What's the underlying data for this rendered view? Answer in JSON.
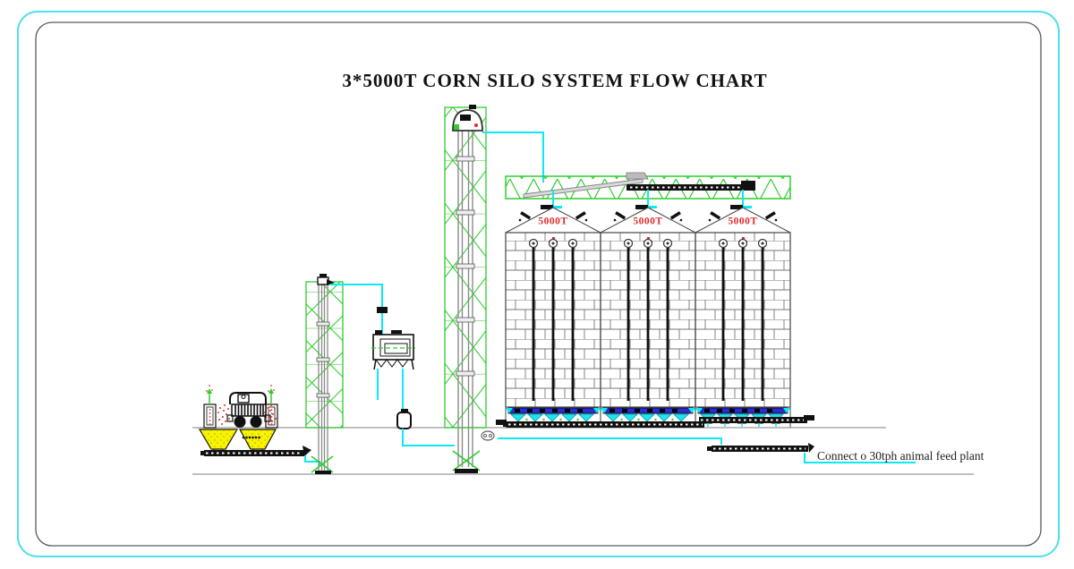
{
  "title": "3*5000T CORN SILO SYSTEM FLOW CHART",
  "silos": [
    {
      "label": "5000T"
    },
    {
      "label": "5000T"
    },
    {
      "label": "5000T"
    }
  ],
  "annotations": {
    "feed_plant": "Connect o 30tph animal feed plant"
  },
  "colors": {
    "outer_border_cyan": "#4fe0ec",
    "inner_border_gray": "#5a5a5a",
    "pipe_cyan": "#0be9f2",
    "lattice_green": "#2ecc2e",
    "hopper_yellow": "#f7f400",
    "label_red": "#e02a2a",
    "aeration_blue": "#2b2bd0",
    "structure_gray": "#8a8a8a",
    "dust_red": "#e03030"
  }
}
